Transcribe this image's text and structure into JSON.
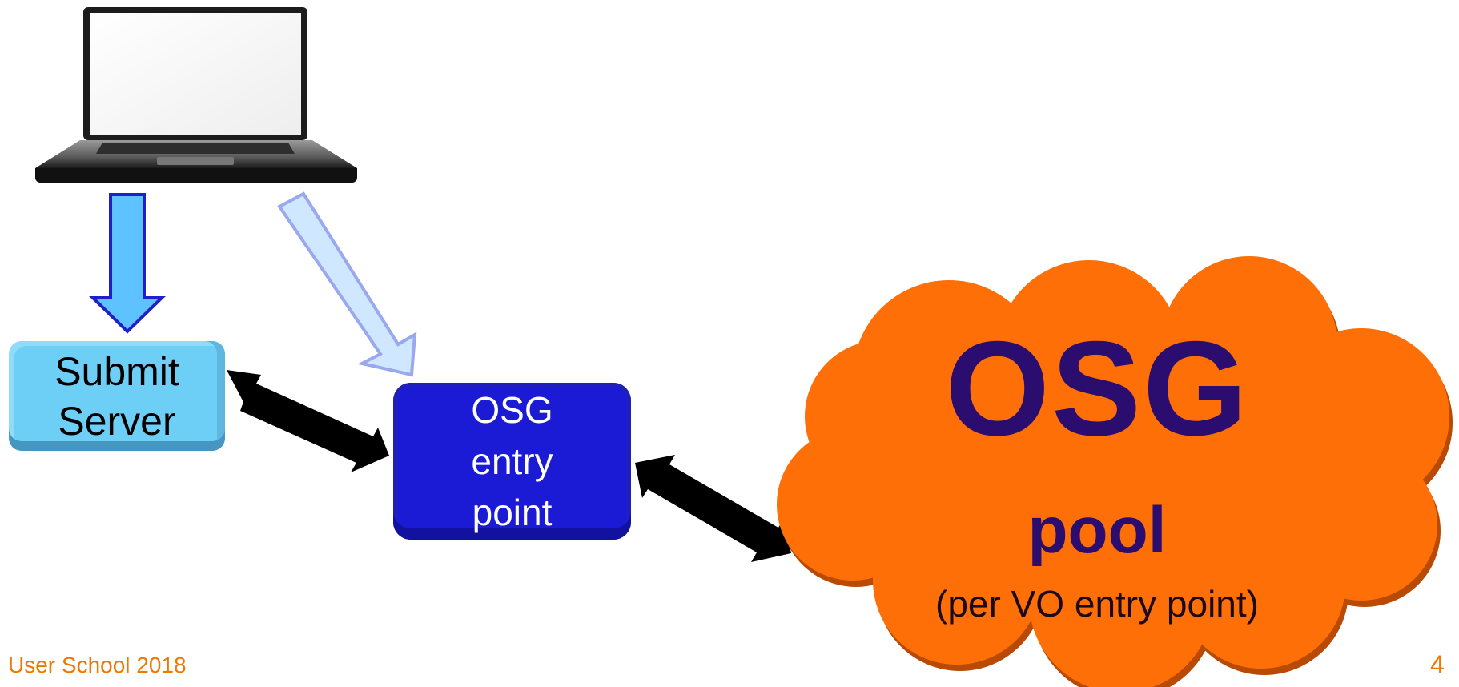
{
  "submit_server": {
    "line1": "Submit",
    "line2": "Server"
  },
  "entry_point": {
    "line1": "OSG",
    "line2": "entry",
    "line3": "point"
  },
  "pool": {
    "title": "OSG",
    "subtitle": "pool",
    "caption": "(per VO entry point)"
  },
  "footer": {
    "left": "User School 2018",
    "page_number": "4"
  },
  "colors": {
    "accent": "#f07800",
    "cloud": "#ff6f08",
    "entry_box": "#1b1bd6",
    "submit_box": "#6ecff6",
    "osg_text": "#2a0d6e"
  },
  "icons": [
    "laptop-icon",
    "down-arrow",
    "diagonal-arrow",
    "double-arrow",
    "cloud-shape"
  ]
}
